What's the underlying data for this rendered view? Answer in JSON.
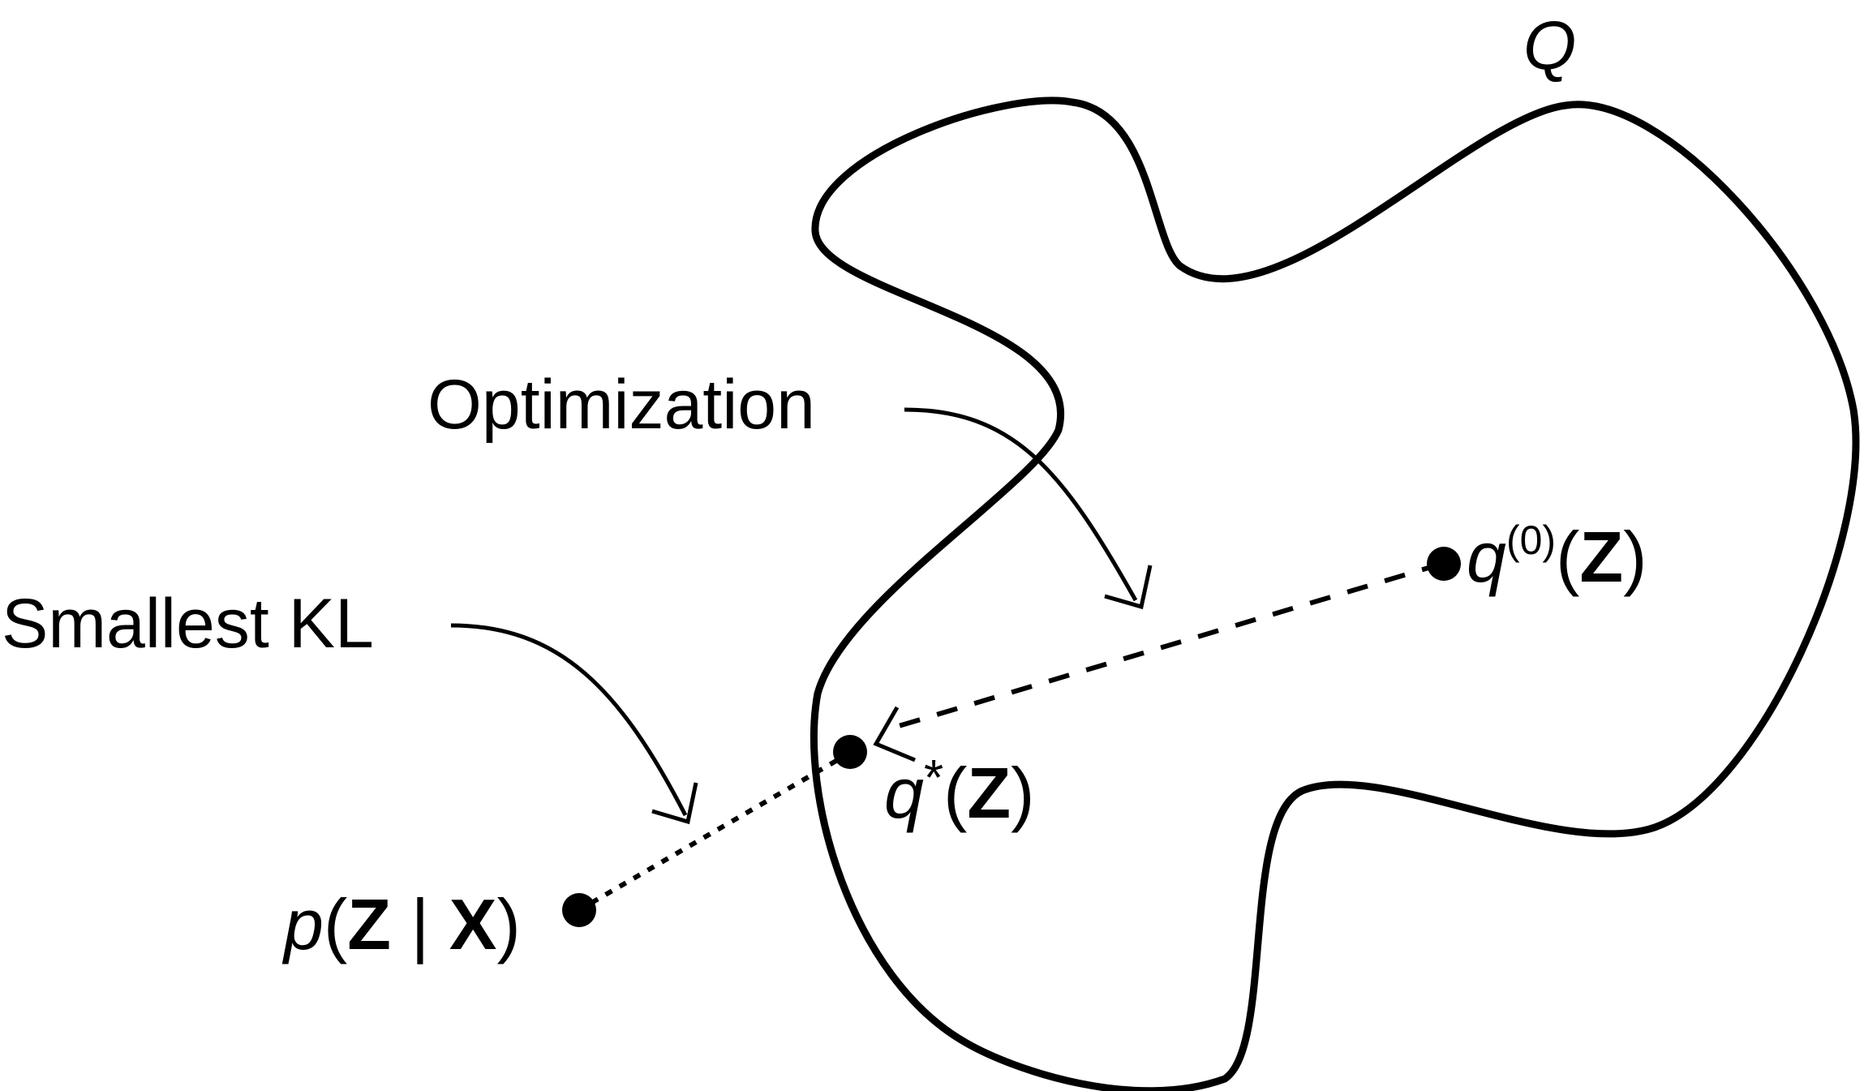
{
  "diagram": {
    "region_label": "Q",
    "arrow_labels": {
      "optimization": "Optimization",
      "smallest_kl": "Smallest KL"
    },
    "points": {
      "posterior": {
        "fn": "p",
        "open": "(",
        "var": "Z",
        "bar": " | ",
        "cond": "X",
        "close": ")"
      },
      "optimum": {
        "fn": "q",
        "sup": "*",
        "open": "(",
        "var": "Z",
        "close": ")"
      },
      "initial": {
        "fn": "q",
        "sup": "(0)",
        "open": "(",
        "var": "Z",
        "close": ")"
      }
    },
    "colors": {
      "ink": "#000000",
      "background": "#ffffff"
    }
  }
}
